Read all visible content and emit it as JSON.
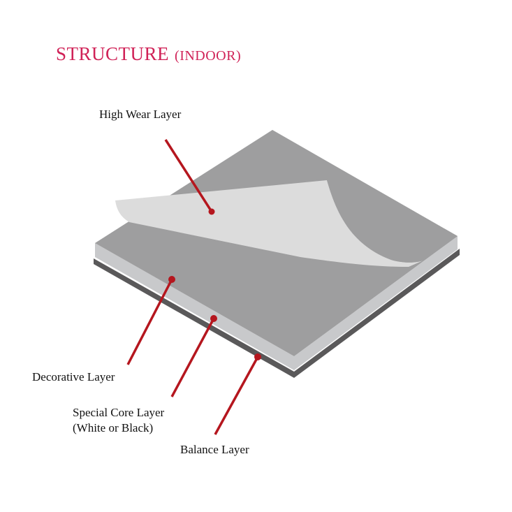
{
  "title": {
    "main": "STRUCTURE",
    "sub": "(INDOOR)"
  },
  "labels": {
    "high_wear": "High Wear Layer",
    "decorative": "Decorative Layer",
    "core_line1": "Special Core Layer",
    "core_line2": "(White or Black)",
    "balance": "Balance Layer"
  },
  "colors": {
    "accent": "#d02257",
    "leader": "#b5161e",
    "top": "#9e9e9f",
    "core": "#c8c9cb",
    "balance": "#5a595a",
    "sheet": "#dcdcdc"
  }
}
